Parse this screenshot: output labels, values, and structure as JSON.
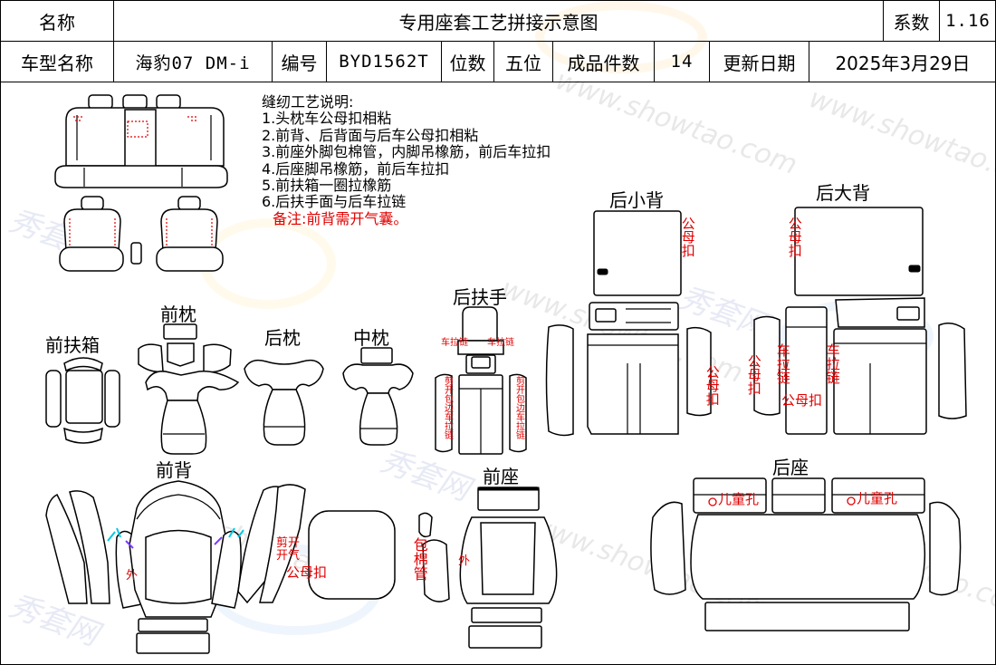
{
  "header": {
    "row1": [
      {
        "text": "名称"
      },
      {
        "text": "专用座套工艺拼接示意图"
      },
      {
        "text": "系数"
      },
      {
        "text": "1.16"
      }
    ],
    "row2": [
      {
        "text": "车型名称"
      },
      {
        "text": "海豹07 DM-i"
      },
      {
        "text": "编号"
      },
      {
        "text": "BYD1562T"
      },
      {
        "text": "位数"
      },
      {
        "text": "五位"
      },
      {
        "text": "成品件数"
      },
      {
        "text": "14"
      },
      {
        "text": "更新日期"
      },
      {
        "text": "2025年3月29日"
      }
    ]
  },
  "instructions": {
    "title": "缝纫工艺说明:",
    "items": [
      "1.头枕车公母扣相粘",
      "2.前背、后背面与后车公母扣相粘",
      "3.前座外脚包棉管，内脚吊橡筋，前后车拉扣",
      "4.后座脚吊橡筋，前后车拉扣",
      "5.前扶箱一圈拉橡筋",
      "6.后扶手面与后车拉链"
    ],
    "note": "备注:前背需开气囊。"
  },
  "sections": {
    "rear_small_back": "后小背",
    "rear_large_back": "后大背",
    "front_headrest": "前枕",
    "rear_armrest": "后扶手",
    "front_armbox": "前扶箱",
    "rear_headrest": "后枕",
    "middle_headrest": "中枕",
    "front_back": "前背",
    "front_seat": "前座",
    "rear_seat": "后座"
  },
  "annotations": {
    "snap_buttons": "公母扣",
    "sew_zipper": "车拉链",
    "cut_edge_zipper": "剪开包边车拉链",
    "outer": "外",
    "cut_open": "剪开",
    "open_vent": "开气",
    "cotton_tube": "包棉管",
    "child_seat_hole": "儿童孔"
  },
  "watermark": {
    "brand": "秀套网",
    "url": "www.showtao.com"
  },
  "colors": {
    "outline": "#000000",
    "annotation": "#e00000",
    "marker_cyan": "#00c8e0",
    "marker_purple": "#7a3cff"
  }
}
